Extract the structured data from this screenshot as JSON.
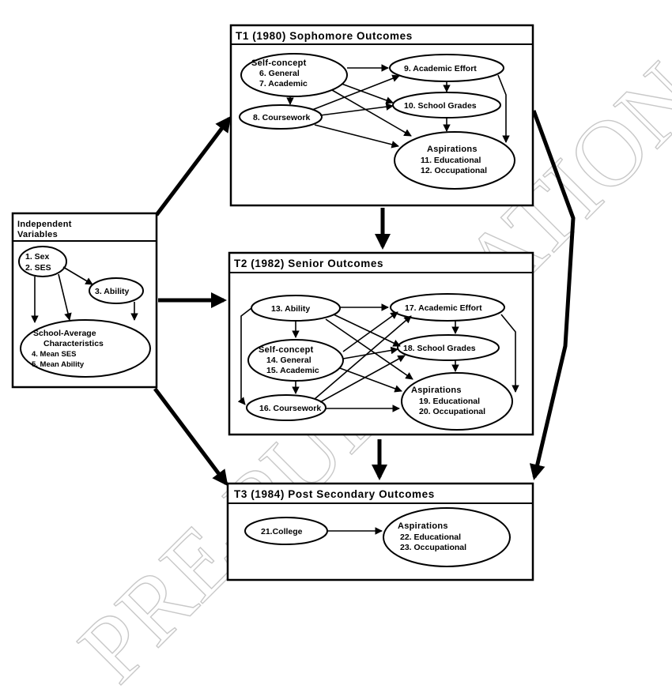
{
  "watermark": "PRE-PUBLICATION",
  "independent": {
    "title_line1": "Independent",
    "title_line2": "Variables",
    "sex": "1. Sex",
    "ses": "2. SES",
    "ability": "3.  Ability",
    "school_line1": "School-Average",
    "school_line2": "Characteristics",
    "mean_ses": "4. Mean SES",
    "mean_ability": "5. Mean Ability"
  },
  "t1": {
    "title": "T1  (1980)   Sophomore Outcomes",
    "self_concept": "Self-concept",
    "general": "6. General",
    "academic": "7. Academic",
    "coursework": "8. Coursework",
    "effort": "9. Academic Effort",
    "grades": "10. School Grades",
    "aspirations": "Aspirations",
    "educational": "11. Educational",
    "occupational": "12. Occupational"
  },
  "t2": {
    "title": "T2  (1982)     Senior  Outcomes",
    "ability": "13.  Ability",
    "self_concept": "Self-concept",
    "general": "14. General",
    "academic": "15. Academic",
    "coursework": "16. Coursework",
    "effort": "17. Academic Effort",
    "grades": "18. School Grades",
    "aspirations": "Aspirations",
    "educational": "19. Educational",
    "occupational": "20. Occupational"
  },
  "t3": {
    "title": "T3  (1984)    Post  Secondary  Outcomes",
    "college": "21.College",
    "aspirations": "Aspirations",
    "educational": "22. Educational",
    "occupational": "23. Occupational"
  }
}
